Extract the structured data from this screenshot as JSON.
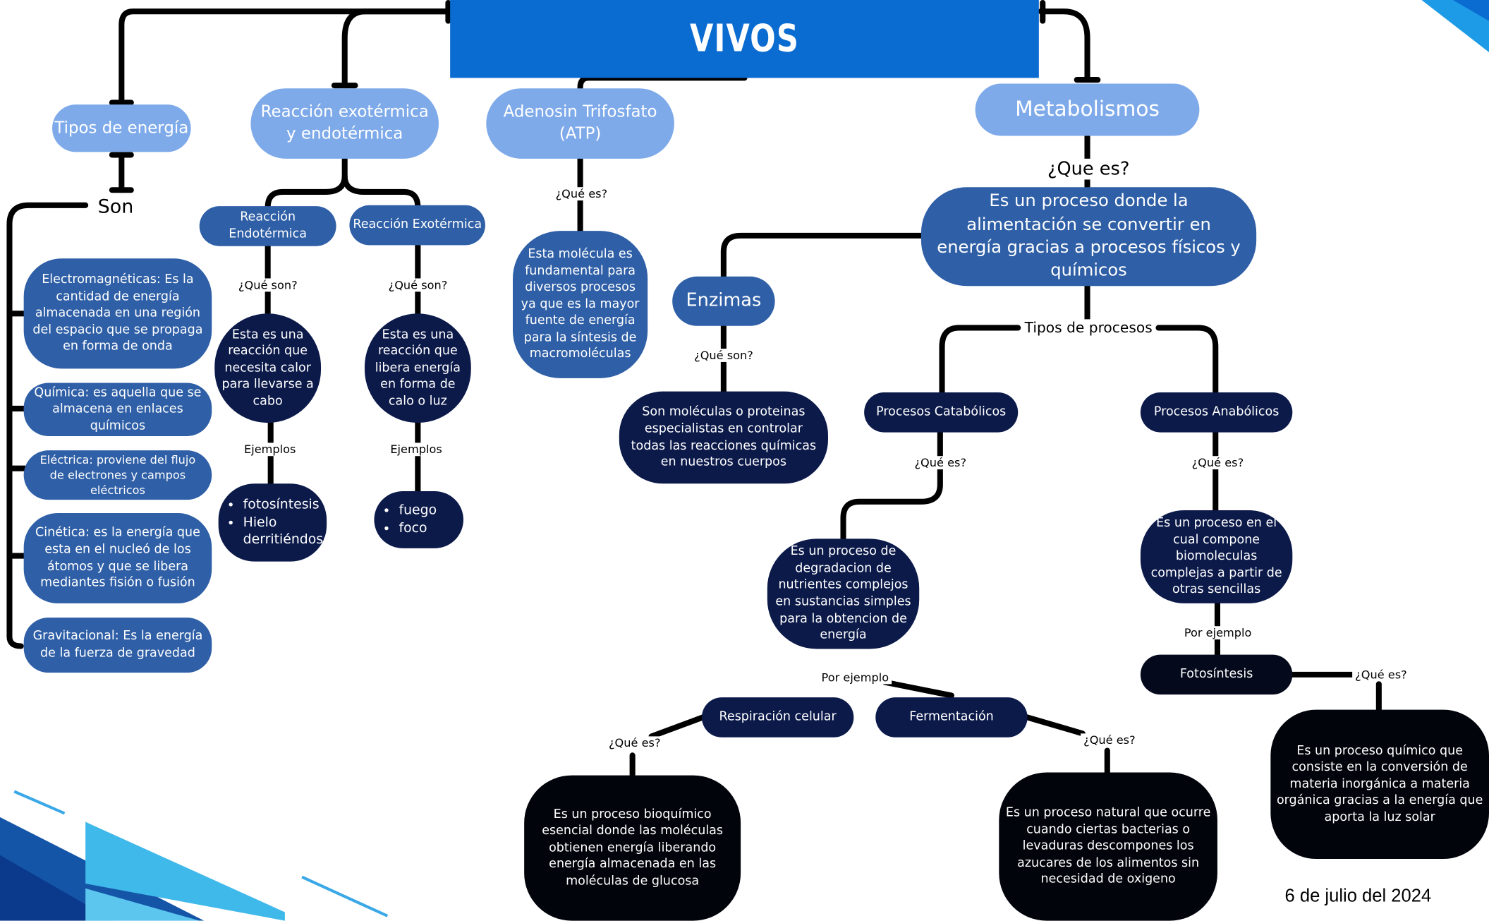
{
  "title": "VIVOS",
  "date": "6 de julio del 2024",
  "colors": {
    "header": "#0a6bd1",
    "light": "#7eaaea",
    "mid": "#2f5fa6",
    "dark": "#0c1a4a",
    "black": "#040a1c",
    "line": "#000000"
  },
  "left": {
    "tipos_energia": "Tipos de energía",
    "son": "Son",
    "items": [
      "Electromagnéticas: Es la cantidad de energía almacenada en una región del espacio que se propaga en forma de onda",
      "Química: es aquella que se almacena en enlaces químicos",
      "Eléctrica: proviene del flujo de electrones y campos eléctricos",
      "Cinética: es la energía que esta en el nucleó de los átomos y que se libera mediantes fisión o fusión",
      "Gravitacional: Es la energía de la fuerza de gravedad"
    ]
  },
  "reaccion": {
    "title": "Reacción exotérmica y endotérmica",
    "endo": {
      "title": "Reacción Endotérmica",
      "q": "¿Qué son?",
      "def": "Esta es una reacción que necesita calor para llevarse a cabo",
      "ej_label": "Ejemplos",
      "ejemplos": [
        "fotosíntesis",
        "Hielo derritiéndose"
      ]
    },
    "exo": {
      "title": "Reacción Exotérmica",
      "q": "¿Qué son?",
      "def": "Esta es una reacción que libera energía en forma de calo o luz",
      "ej_label": "Ejemplos",
      "ejemplos": [
        "fuego",
        "foco"
      ]
    }
  },
  "atp": {
    "title": "Adenosin Trifosfato (ATP)",
    "q": "¿Qué es?",
    "def": "Esta molécula es fundamental para diversos procesos ya que es la mayor fuente de energía para la síntesis de macromoléculas"
  },
  "metab": {
    "title": "Metabolismos",
    "q": "¿Que es?",
    "def": "Es un proceso donde la alimentación se convertir en energía gracias a procesos físicos y químicos",
    "enzimas": {
      "title": "Enzimas",
      "q": "¿Qué son?",
      "def": "Son moléculas o proteinas especialistas en controlar todas las reacciones químicas en nuestros cuerpos"
    },
    "tipos_label": "Tipos de procesos",
    "catabolicos": {
      "title": "Procesos Catabólicos",
      "q": "¿Qué es?",
      "def": "Es un proceso de degradacion de nutrientes complejos en sustancias simples para la obtencion de energía",
      "ej_label": "Por ejemplo"
    },
    "anabolicos": {
      "title": "Procesos Anabólicos",
      "q": "¿Qué es?",
      "def": "Es un proceso en el cual compone biomoleculas complejas a partir de otras sencillas",
      "ej_label": "Por ejemplo"
    },
    "respiracion": {
      "title": "Respiración celular",
      "q": "¿Qué es?",
      "def": "Es un proceso bioquímico esencial donde las moléculas obtienen energía liberando energía almacenada en las moléculas de glucosa"
    },
    "fermentacion": {
      "title": "Fermentación",
      "q": "¿Qué es?",
      "def": "Es un proceso natural que ocurre cuando ciertas bacterias o levaduras descompones los azucares de los alimentos sin necesidad de oxigeno"
    },
    "fotosintesis": {
      "title": "Fotosíntesis",
      "q": "¿Qué es?",
      "def": "Es un proceso químico que consiste en la conversión de materia inorgánica a materia orgánica gracias a la energía que aporta la luz solar"
    }
  }
}
